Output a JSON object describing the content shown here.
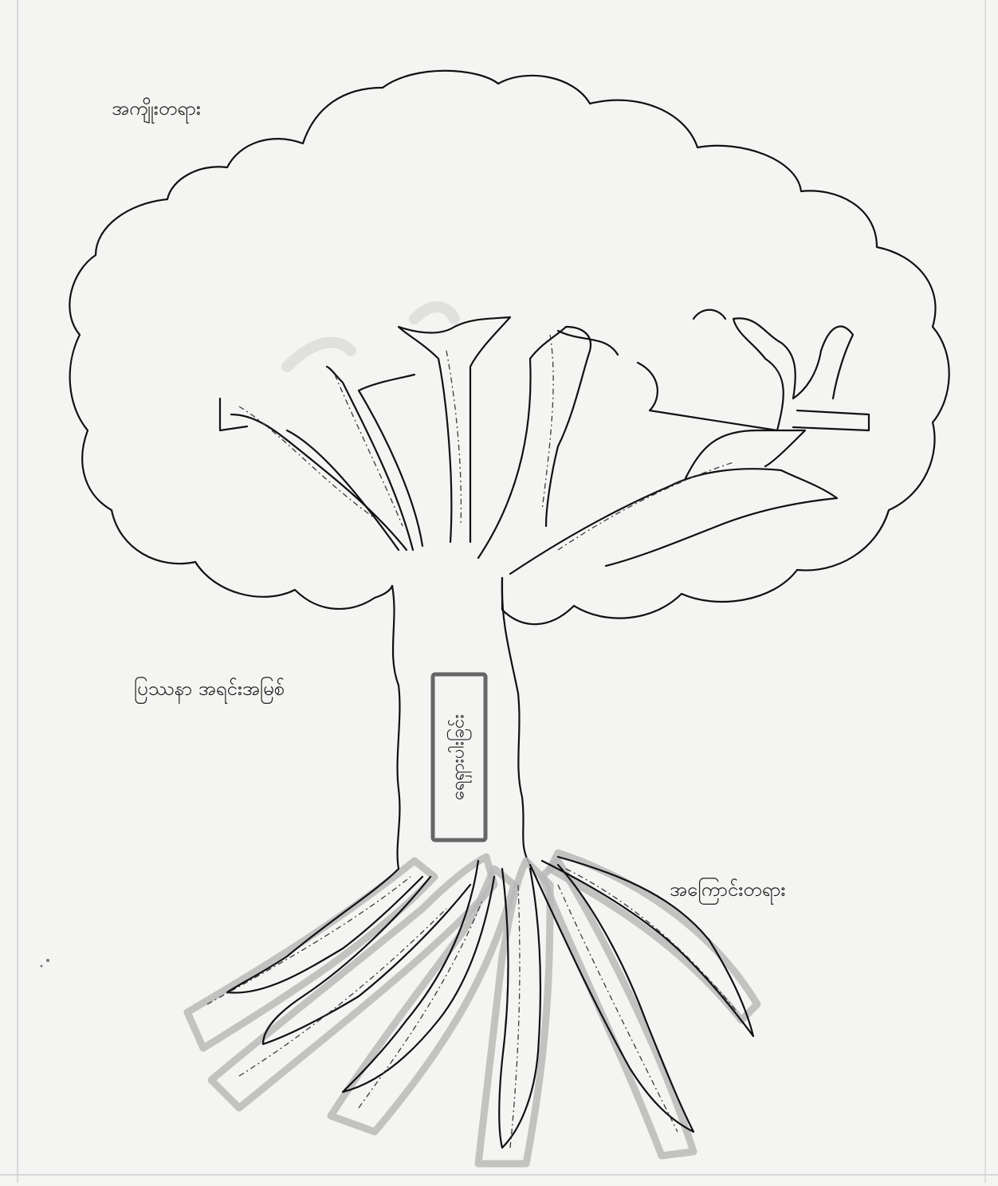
{
  "labels": {
    "leaves": "အကျိုးတရား",
    "trunk": "ပြဿနာ အရင်းအမြစ်",
    "roots": "အကြောင်းတရား",
    "core_problem": "ရေရှားပါးခြင်း"
  }
}
